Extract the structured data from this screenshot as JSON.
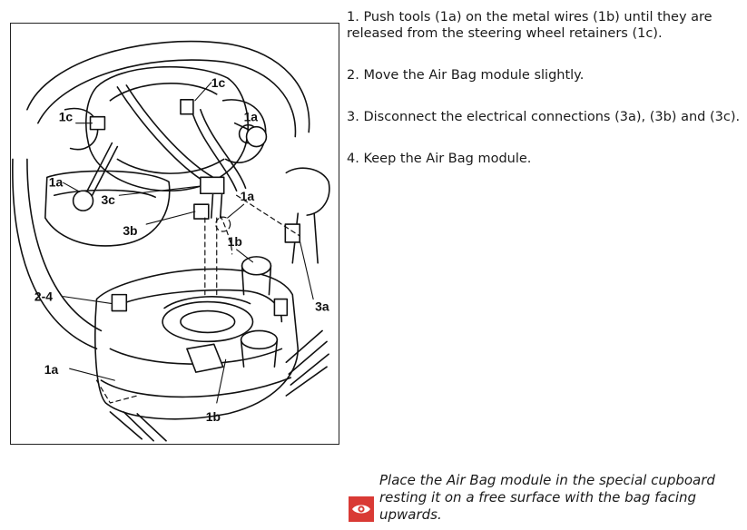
{
  "figure": {
    "callouts": {
      "c1a_top": "1a",
      "c1c_top": "1c",
      "c1c_left": "1c",
      "c1a_left": "1a",
      "c3c": "3c",
      "c3b": "3b",
      "c1a_mid": "1a",
      "c1b_mid": "1b",
      "c3a": "3a",
      "c24": "2-4",
      "c1a_bottom": "1a",
      "c1b_bottom": "1b"
    }
  },
  "steps": [
    "1. Push tools (1a) on the metal wires (1b) until they are released from the steering wheel retainers (1c).",
    "2. Move the Air Bag module slightly.",
    "3. Disconnect the electrical connections (3a), (3b) and (3c).",
    "4. Keep the Air Bag module."
  ],
  "note": {
    "icon": "eye-icon",
    "text": "Place the Air Bag module in the special cupboard resting it on a free surface with the bag facing upwards."
  },
  "colors": {
    "note_icon_bg": "#d93a35"
  }
}
